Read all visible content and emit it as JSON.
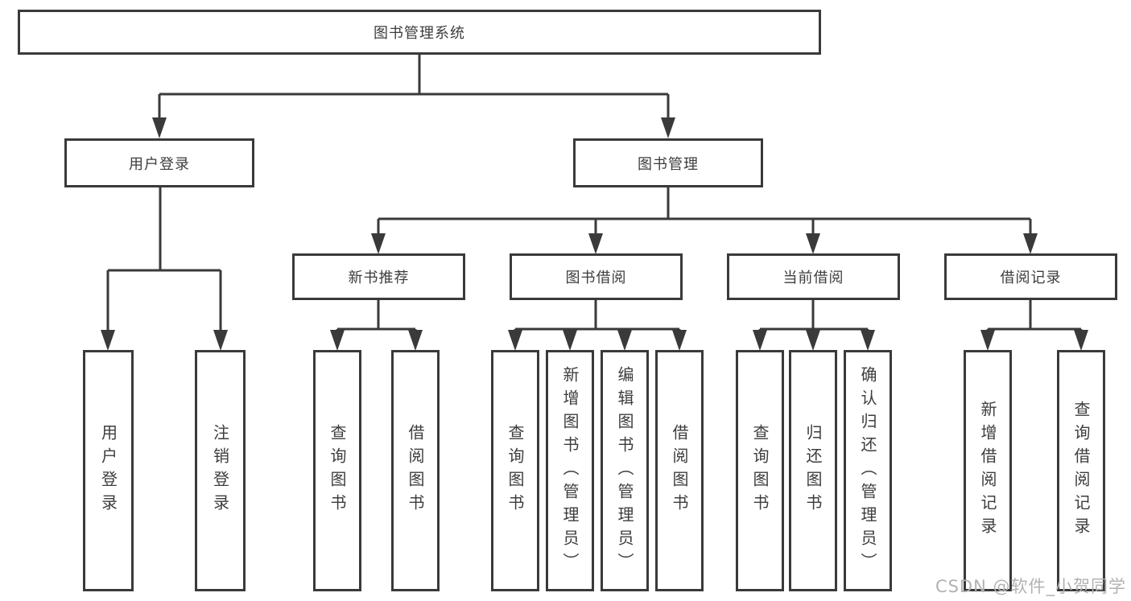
{
  "diagram": {
    "title": "图书管理系统",
    "level2": {
      "user_login": "用户登录",
      "book_management": "图书管理"
    },
    "level3": {
      "new_book_recommend": "新书推荐",
      "book_borrowing": "图书借阅",
      "current_borrowing": "当前借阅",
      "borrowing_records": "借阅记录"
    },
    "leaves": {
      "user_login": "用户登录",
      "logout": "注销登录",
      "nb_query_books": "查询图书",
      "nb_borrow_books": "借阅图书",
      "bb_query_books": "查询图书",
      "bb_add_books": "新增图书（管理员）",
      "bb_edit_books": "编辑图书（管理员）",
      "bb_borrow_books": "借阅图书",
      "cb_query_books": "查询图书",
      "cb_return_books": "归还图书",
      "cb_confirm_return": "确认归还（管理员）",
      "br_add_record": "新增借阅记录",
      "br_query_record": "查询借阅记录"
    },
    "watermark": "CSDN @软件_小贺同学",
    "colors": {
      "line": "#3a3a3a",
      "text": "#3d3d3d",
      "watermark": "#b2b2b2"
    }
  }
}
